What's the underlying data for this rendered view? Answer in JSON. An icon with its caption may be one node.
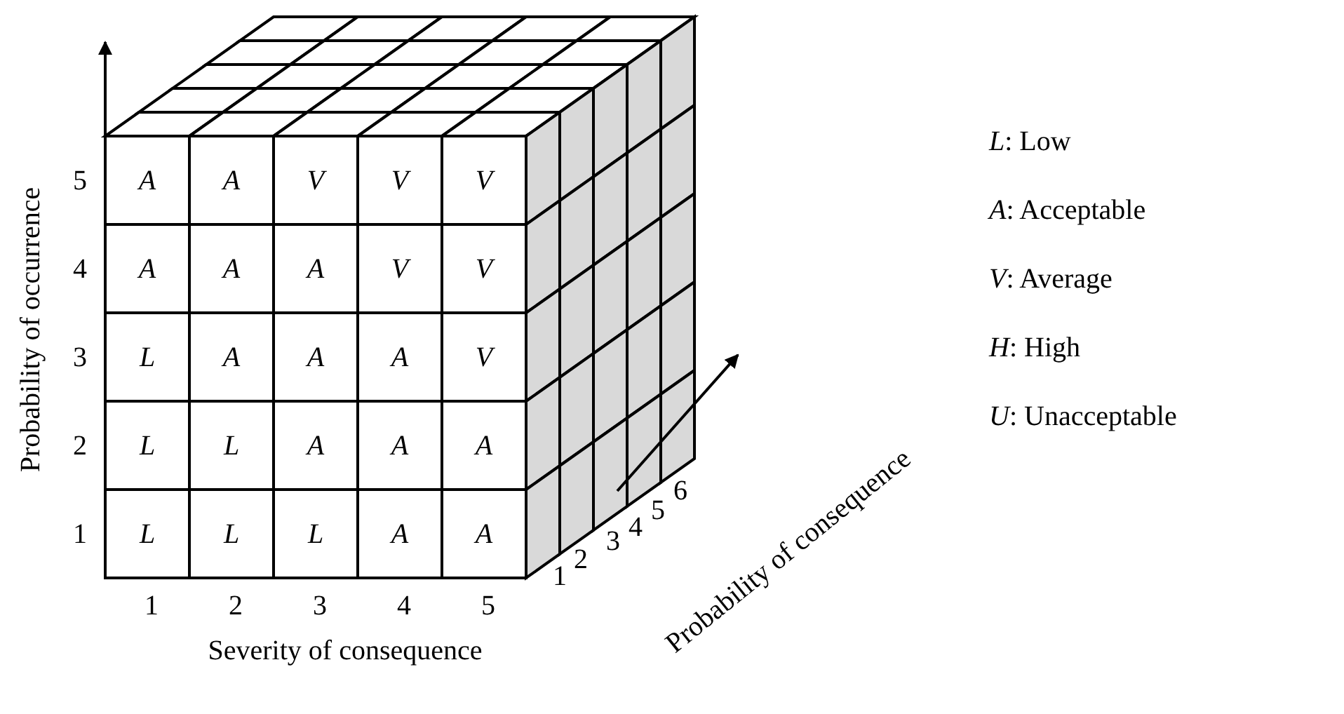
{
  "diagram": {
    "labels": [
      "Probability of occurrence",
      "5",
      "A",
      "A",
      "V",
      "V",
      "V",
      "4",
      "A",
      "A",
      "A",
      "V",
      "V",
      "3",
      "L",
      "A",
      "A",
      "A",
      "V",
      "2",
      "L",
      "L",
      "A",
      "A",
      "A",
      "1",
      "L",
      "L",
      "L",
      "A",
      "A",
      "1",
      "2",
      "3",
      "4",
      "5",
      "Severity of consequence",
      "1",
      "2",
      "3",
      "4",
      "5",
      "6",
      "Probability of consequence"
    ],
    "legend": [
      {
        "text": "*L*: Low"
      },
      {
        "text": "*A*: Acceptable"
      },
      {
        "text": "*V*: Average"
      },
      {
        "text": "*H*: High"
      },
      {
        "text": "*U*: Unacceptable"
      }
    ]
  }
}
